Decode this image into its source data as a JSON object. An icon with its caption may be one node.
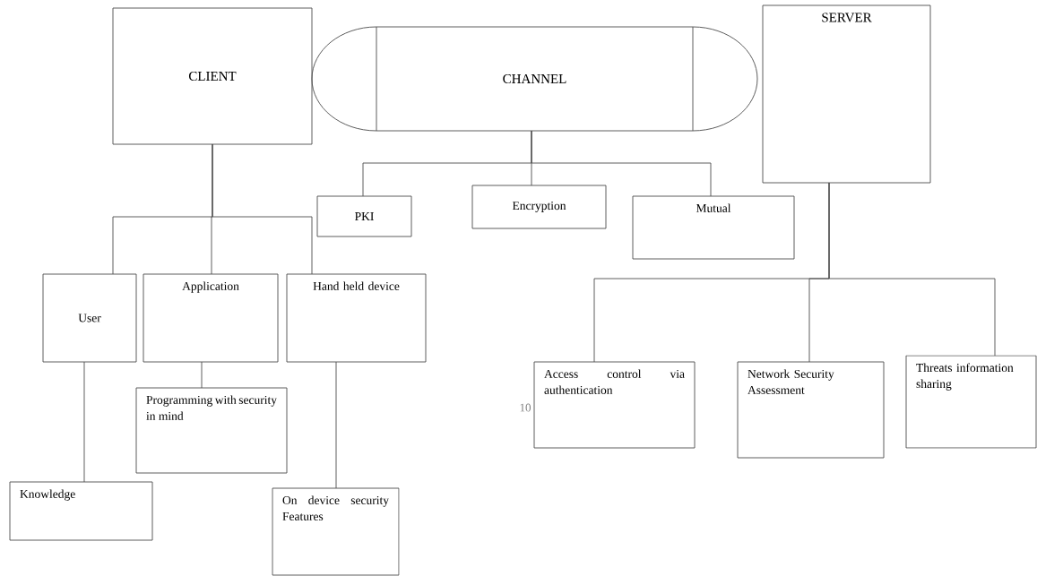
{
  "diagram": {
    "nodes": [
      {
        "text": [
          "CLIENT"
        ]
      },
      {
        "text": [
          "CHANNEL"
        ]
      },
      {
        "text": [
          "SERVER"
        ]
      },
      {
        "text": [
          "PKI"
        ]
      },
      {
        "text": [
          "Encryption"
        ]
      },
      {
        "text": [
          "Mutual"
        ]
      },
      {
        "text": [
          "User"
        ]
      },
      {
        "text": [
          "Application"
        ]
      },
      {
        "text": [
          "Hand held device"
        ]
      },
      {
        "text": [
          "Programming with security in mind"
        ]
      },
      {
        "text": [
          "Knowledge"
        ]
      },
      {
        "text": [
          "On device security Features"
        ]
      },
      {
        "text": [
          "Access control via authentication"
        ]
      },
      {
        "text": [
          "Network Security Assessment"
        ]
      },
      {
        "text": [
          "Threats information sharing"
        ]
      }
    ],
    "edges": [
      {
        "from": 0,
        "to": 6,
        "arrow": "none"
      },
      {
        "from": 0,
        "to": 7,
        "arrow": "none"
      },
      {
        "from": 0,
        "to": 8,
        "arrow": "none"
      },
      {
        "from": 1,
        "to": 3,
        "arrow": "none"
      },
      {
        "from": 1,
        "to": 4,
        "arrow": "none"
      },
      {
        "from": 1,
        "to": 5,
        "arrow": "none"
      },
      {
        "from": 2,
        "to": 12,
        "arrow": "none"
      },
      {
        "from": 2,
        "to": 13,
        "arrow": "none"
      },
      {
        "from": 2,
        "to": 14,
        "arrow": "none"
      },
      {
        "from": 6,
        "to": 10,
        "arrow": "none"
      },
      {
        "from": 7,
        "to": 9,
        "arrow": "none"
      },
      {
        "from": 8,
        "to": 11,
        "arrow": "none"
      }
    ],
    "labels": [
      "10"
    ]
  }
}
